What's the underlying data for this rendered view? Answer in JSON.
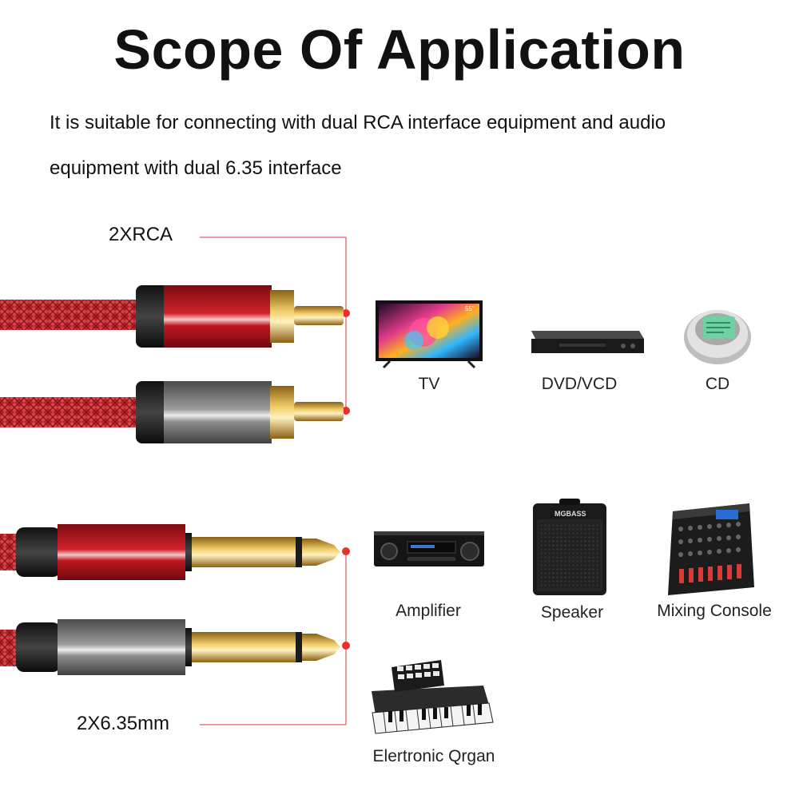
{
  "header": {
    "title": "Scope Of Application",
    "description_line1": "It is suitable for connecting with dual RCA interface equipment and audio",
    "description_line2": "equipment with dual 6.35 interface"
  },
  "connectors": {
    "rca_label": "2XRCA",
    "jack_label": "2X6.35mm"
  },
  "devices": {
    "tv": {
      "label": "TV",
      "screen_badge": "55\""
    },
    "dvd": {
      "label": "DVD/VCD"
    },
    "cd": {
      "label": "CD"
    },
    "amplifier": {
      "label": "Amplifier"
    },
    "speaker": {
      "label": "Speaker",
      "brand": "MGBASS"
    },
    "mixer": {
      "label": "Mixing Console"
    },
    "organ": {
      "label": "Elertronic Qrgan"
    }
  },
  "colors": {
    "braid": "#c0272d",
    "red_housing": "#b3141c",
    "gray_housing": "#8a8a8a",
    "gold": "#d6a53a",
    "leader_line": "#e07a7a",
    "leader_dot": "#e8302e"
  }
}
